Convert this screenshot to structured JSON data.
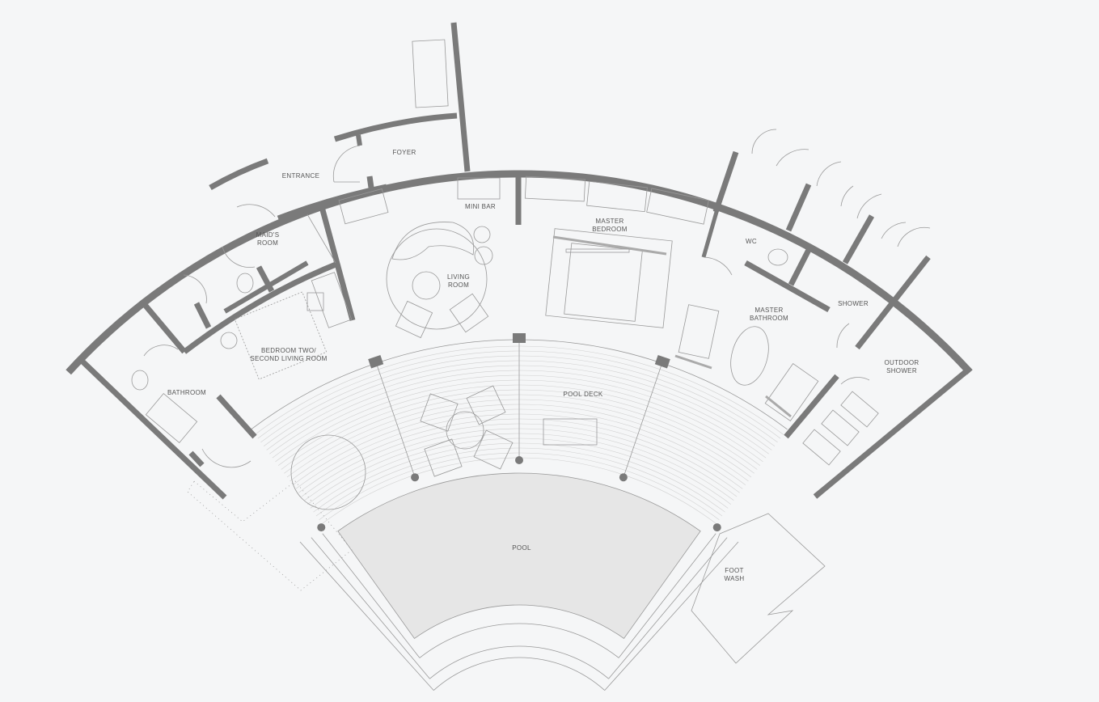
{
  "plan": {
    "colors": {
      "background": "#f5f6f7",
      "wall": "#7a7a7a",
      "line": "#999999",
      "pool": "#e6e6e6",
      "text": "#555555"
    },
    "rooms": {
      "entrance": "ENTRANCE",
      "foyer": "FOYER",
      "maids_room": "MAID'S\nROOM",
      "mini_bar": "MINI BAR",
      "living_room": "LIVING\nROOM",
      "master_bedroom": "MASTER\nBEDROOM",
      "wc": "WC",
      "shower": "SHOWER",
      "master_bathroom": "MASTER\nBATHROOM",
      "outdoor_shower": "OUTDOOR\nSHOWER",
      "bedroom_two": "BEDROOM TWO/\nSECOND LIVING ROOM",
      "bathroom": "BATHROOM",
      "pool_deck": "POOL DECK",
      "pool": "POOL",
      "foot_wash": "FOOT\nWASH"
    }
  }
}
